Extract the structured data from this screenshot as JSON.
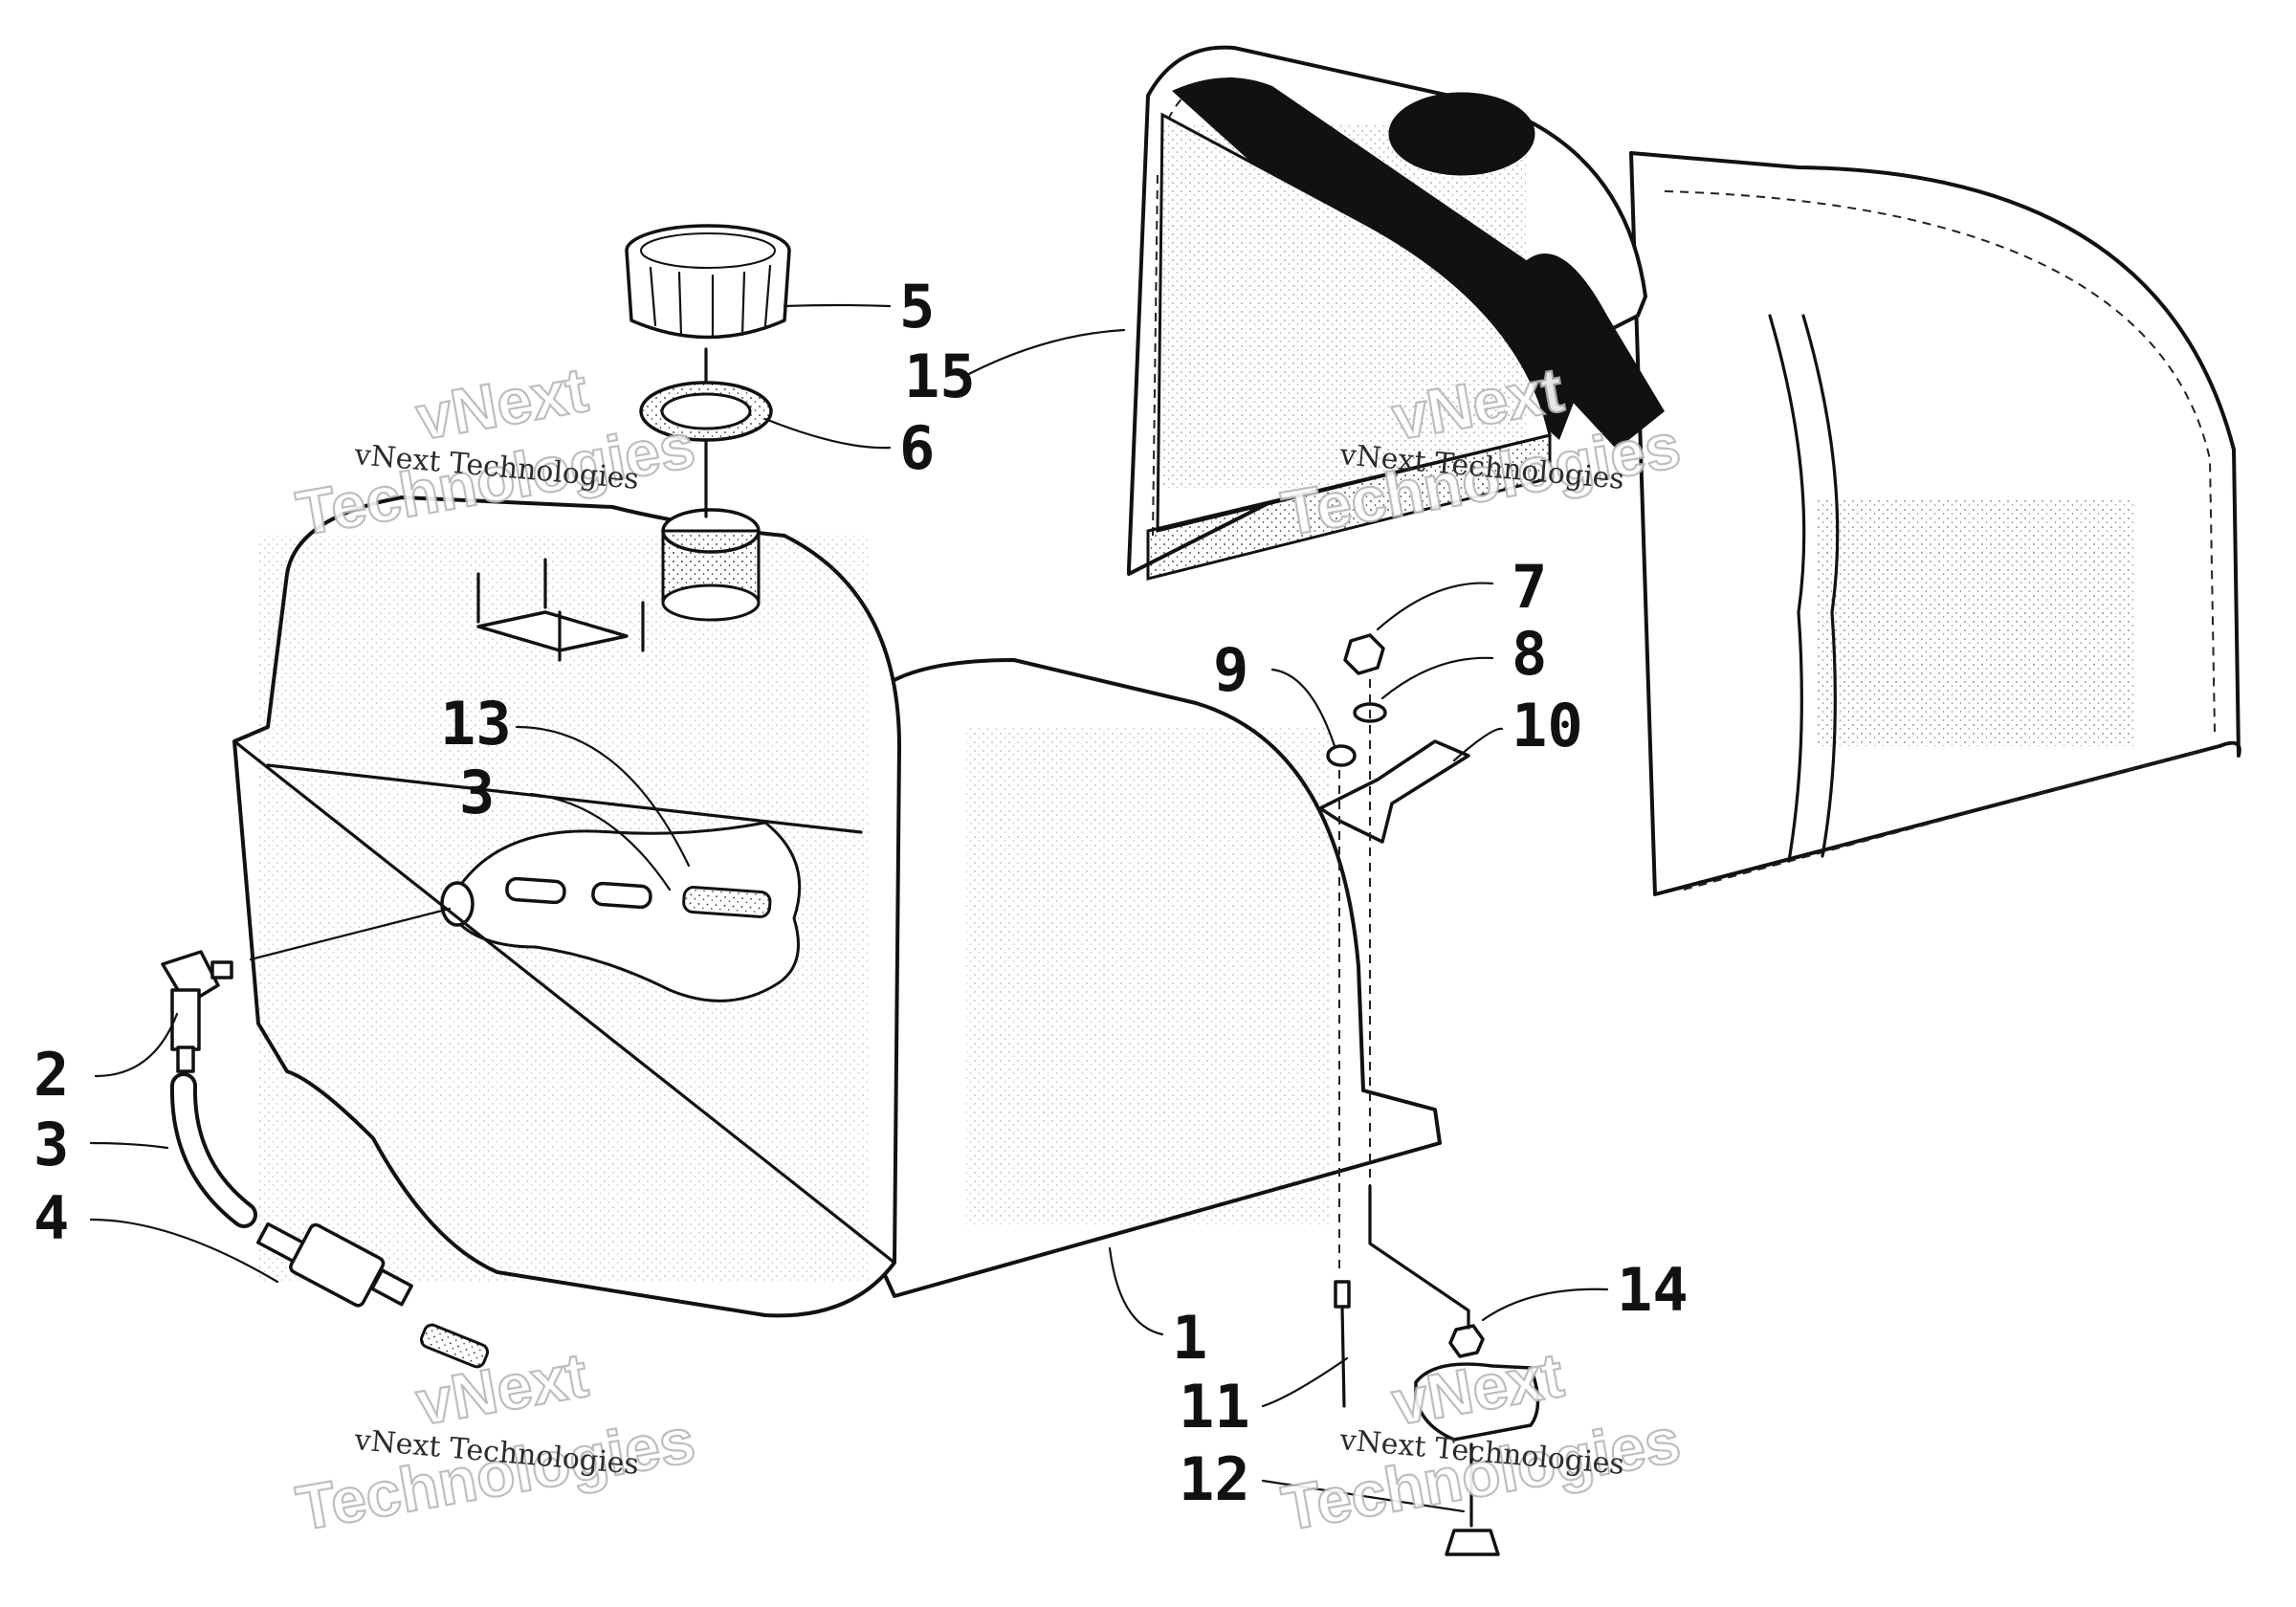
{
  "callouts": [
    {
      "id": "c1",
      "text": "1"
    },
    {
      "id": "c2",
      "text": "2"
    },
    {
      "id": "c3a",
      "text": "3"
    },
    {
      "id": "c3b",
      "text": "3"
    },
    {
      "id": "c4",
      "text": "4"
    },
    {
      "id": "c5",
      "text": "5"
    },
    {
      "id": "c6",
      "text": "6"
    },
    {
      "id": "c7",
      "text": "7"
    },
    {
      "id": "c8",
      "text": "8"
    },
    {
      "id": "c9",
      "text": "9"
    },
    {
      "id": "c10",
      "text": "10"
    },
    {
      "id": "c11",
      "text": "11"
    },
    {
      "id": "c12",
      "text": "12"
    },
    {
      "id": "c13",
      "text": "13"
    },
    {
      "id": "c14",
      "text": "14"
    },
    {
      "id": "c15",
      "text": "15"
    }
  ],
  "watermark": {
    "line1": "vNext",
    "line2": "Technologies",
    "caption": "vNext Technologies"
  }
}
